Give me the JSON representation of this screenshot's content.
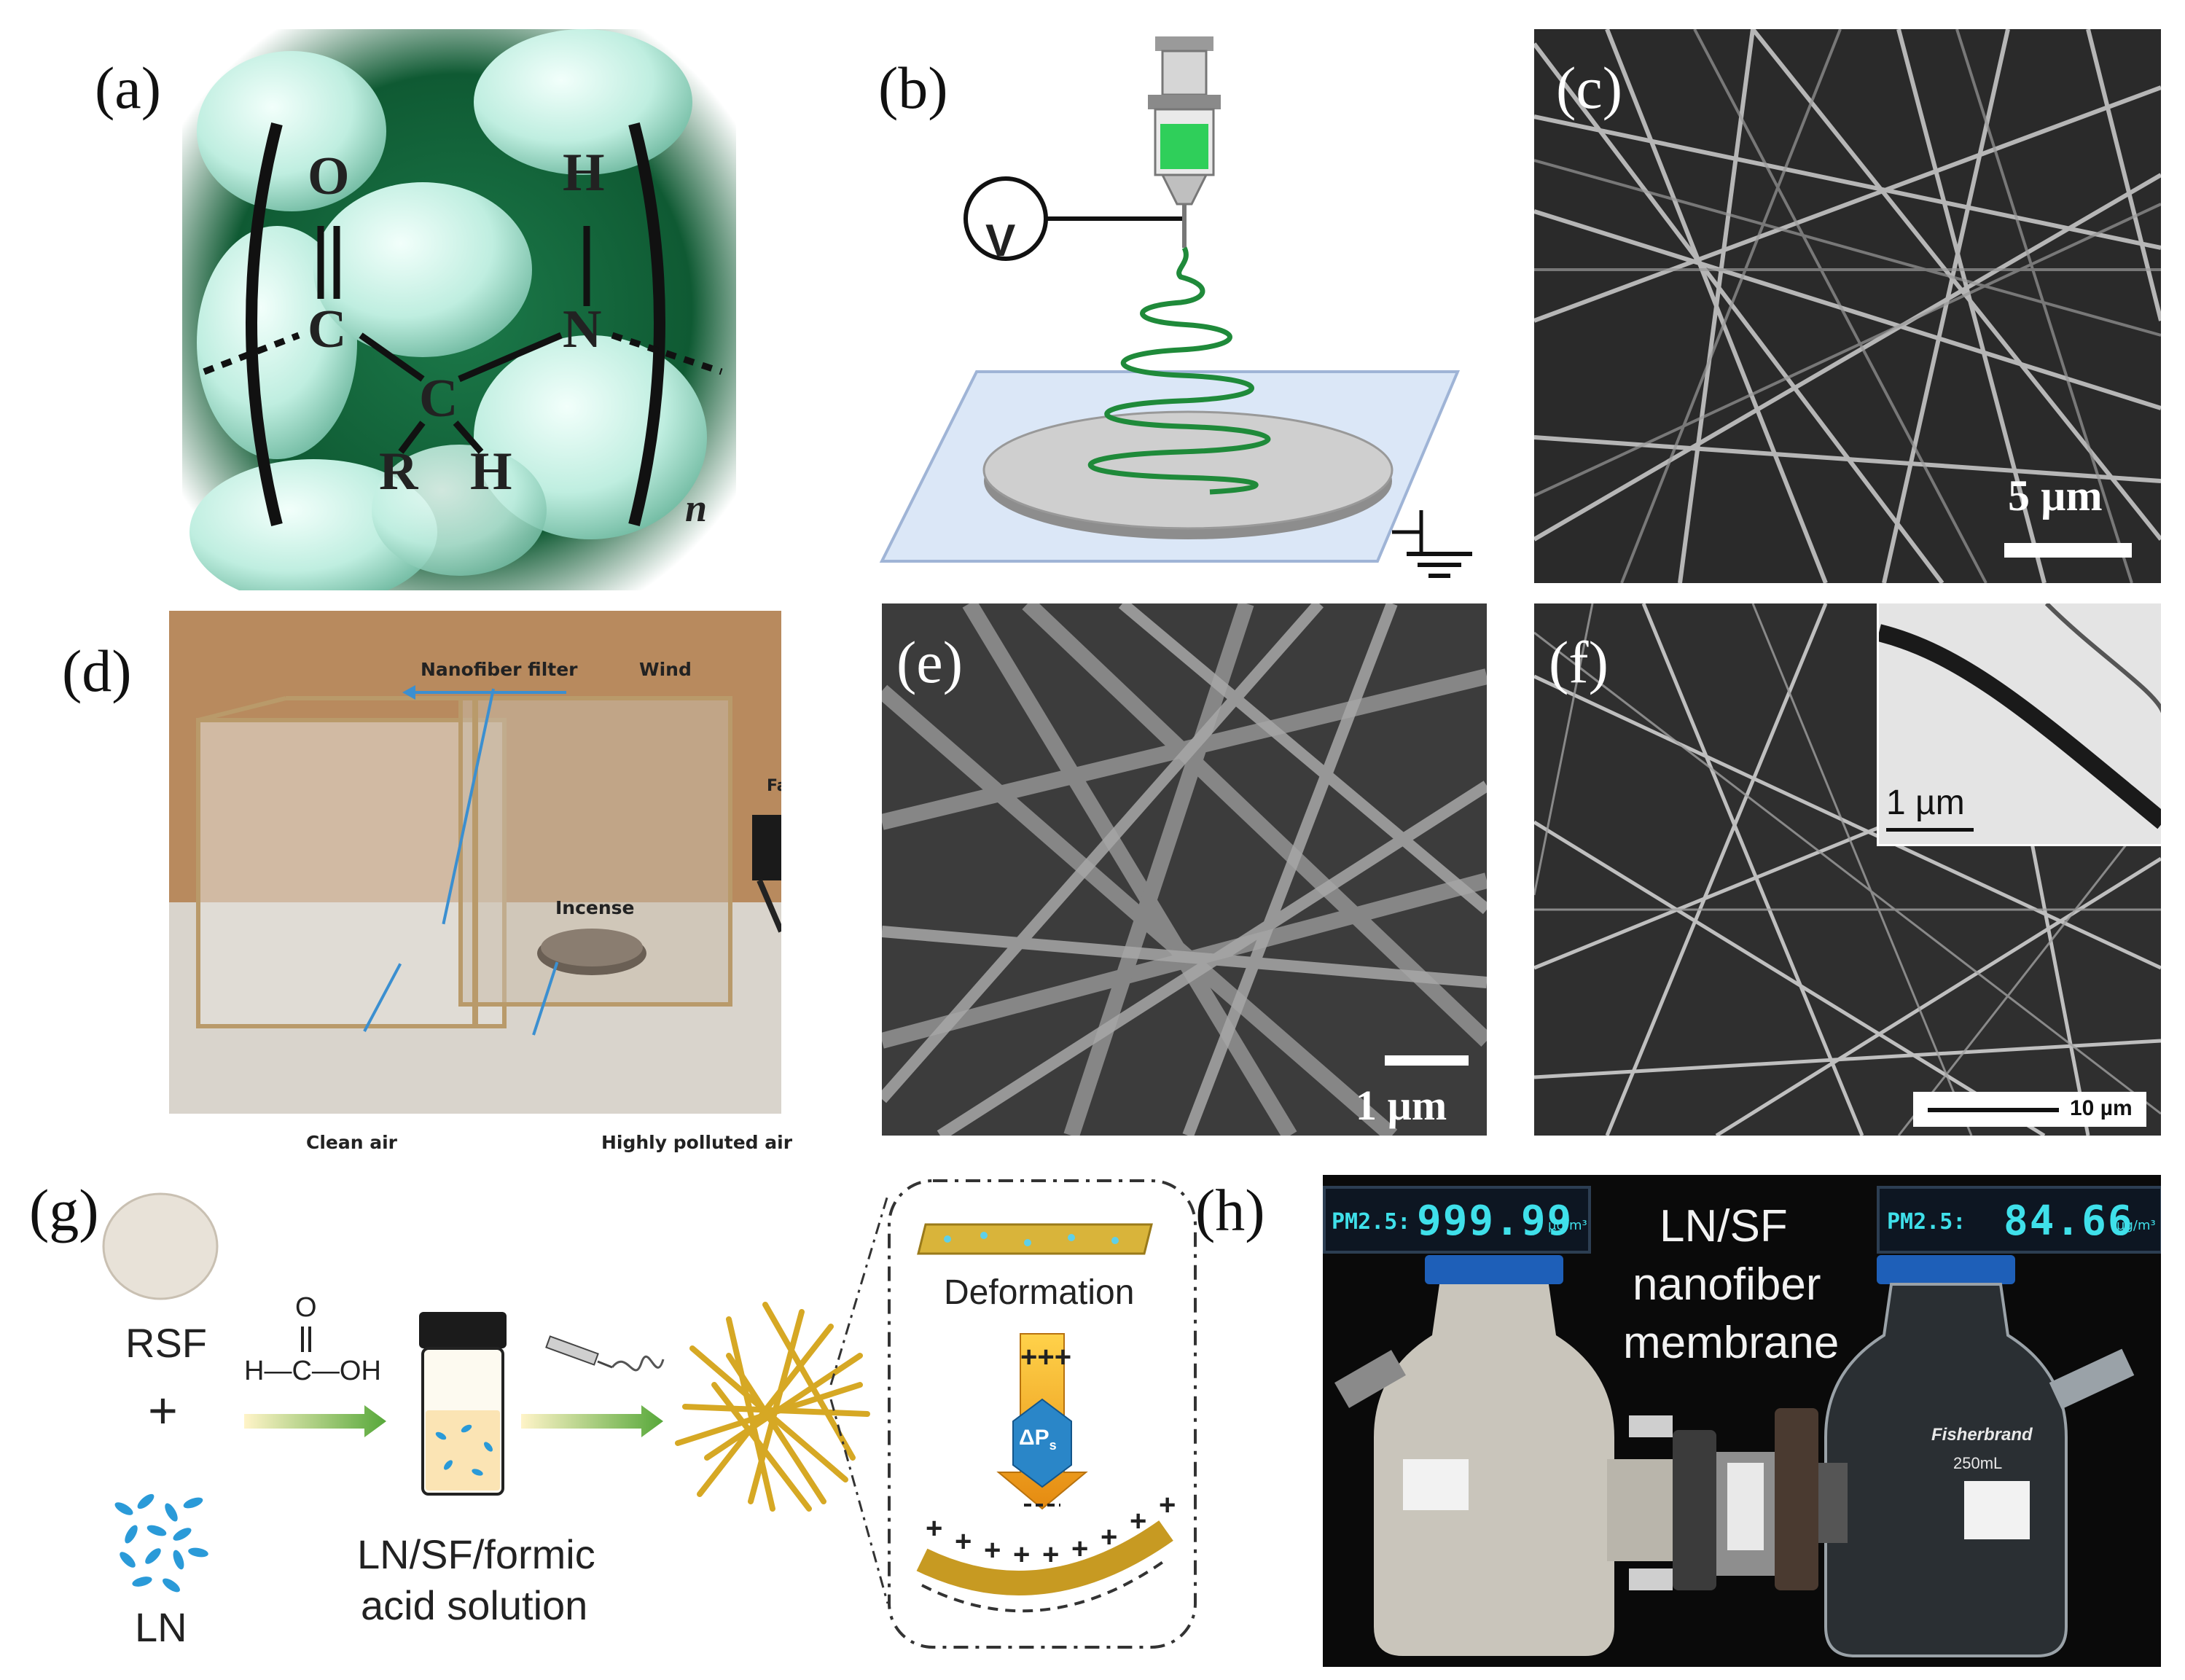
{
  "panels": {
    "a": {
      "label": "(a)",
      "atoms": [
        "O",
        "H",
        "C",
        "N",
        "C",
        "R",
        "H"
      ],
      "subscript": "n"
    },
    "b": {
      "label": "(b)",
      "voltage": "V"
    },
    "c": {
      "label": "(c)",
      "scale": "5 µm"
    },
    "d": {
      "label": "(d)",
      "nanofiber_filter": "Nanofiber filter",
      "wind": "Wind",
      "fan": "Fan",
      "incense": "Incense",
      "clean_air": "Clean air",
      "polluted_air": "Highly polluted air"
    },
    "e": {
      "label": "(e)",
      "scale": "1 µm"
    },
    "f": {
      "label": "(f)",
      "inset_scale": "1 µm",
      "scale": "10 µm"
    },
    "g": {
      "label": "(g)",
      "rsf": "RSF",
      "plus": "+",
      "ln": "LN",
      "formic_o": "O",
      "formic_formula": "H—C—OH",
      "solution_line1": "LN/SF/formic",
      "solution_line2": "acid solution",
      "deformation": "Deformation",
      "delta_ps": "ΔP",
      "delta_ps_sub": "s"
    },
    "h": {
      "label": "(h)",
      "left_key": "PM2.5:",
      "left_value": "999.99",
      "left_unit": "µg/m³",
      "right_key": "PM2.5:",
      "right_value": "84.66",
      "right_unit": "µg/m³",
      "title_line1": "LN/SF",
      "title_line2": "nanofiber",
      "title_line3": "membrane",
      "bottle_brand": "Fisherbrand",
      "bottle_volume": "250mL"
    }
  },
  "colors": {
    "fiber_green": "#1f8a3a",
    "arrow_blue": "#3b8fd0",
    "lcd_cyan": "#3fe0ea",
    "fiber_gold": "#d6a824"
  }
}
